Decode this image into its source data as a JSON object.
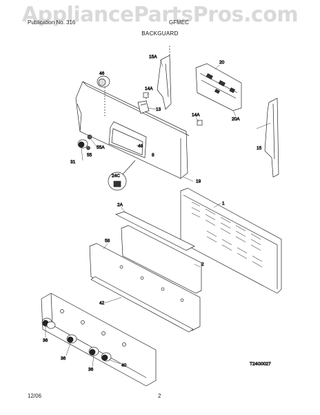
{
  "watermark": "AppliancePartsPros.com",
  "header": {
    "left": "Publication No. 316",
    "right": "GFMEC",
    "title": "BACKGUARD"
  },
  "callouts": {
    "p15A_top": "15A",
    "p20": "20",
    "p46_top": "46",
    "p14A_left": "14A",
    "p13": "13",
    "p14A_right": "14A",
    "p20A": "20A",
    "p15": "15",
    "p46_mid": "46",
    "p8": "8",
    "p55A": "55A",
    "p55": "55",
    "p31": "31",
    "p24C": "24C",
    "p19": "19",
    "p1": "1",
    "p2A": "2A",
    "p58": "58",
    "p2": "2",
    "p42": "42",
    "p36_a": "36",
    "p36_b": "36",
    "p36_c": "36",
    "p40": "40"
  },
  "diagram_code": "T24G0027",
  "footer": {
    "date": "12/06",
    "page": "2"
  }
}
